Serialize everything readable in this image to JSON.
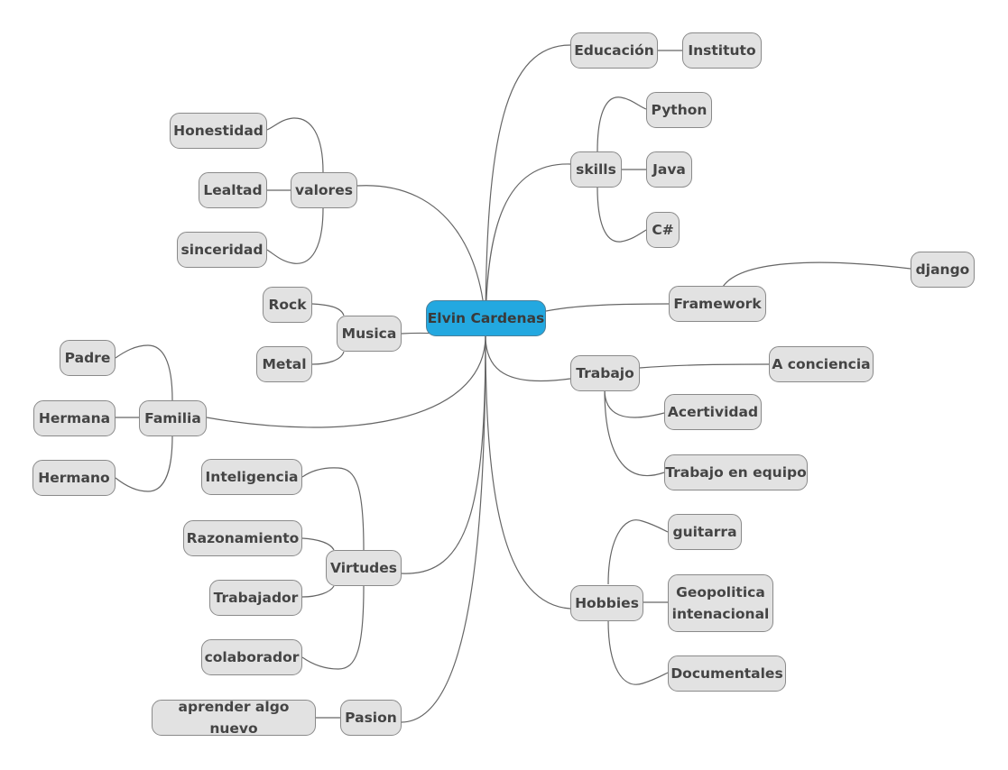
{
  "colors": {
    "root": "#23a8e0",
    "node": "#e2e2e2",
    "border": "#8a8a8a",
    "text": "#444444",
    "edge": "#666666"
  },
  "nodes": {
    "root": "Elvin Cardenas",
    "educacion": "Educación",
    "instituto": "Instituto",
    "skills": "skills",
    "python": "Python",
    "java": "Java",
    "csharp": "C#",
    "framework": "Framework",
    "django": "django",
    "trabajo": "Trabajo",
    "aconciencia": "A conciencia",
    "acertividad": "Acertividad",
    "equipo": "Trabajo en equipo",
    "hobbies": "Hobbies",
    "guitarra": "guitarra",
    "geopolitica": "Geopolitica\nintenacional",
    "documentales": "Documentales",
    "valores": "valores",
    "honestidad": "Honestidad",
    "lealtad": "Lealtad",
    "sinceridad": "sinceridad",
    "musica": "Musica",
    "rock": "Rock",
    "metal": "Metal",
    "familia": "Familia",
    "padre": "Padre",
    "hermana": "Hermana",
    "hermano": "Hermano",
    "virtudes": "Virtudes",
    "inteligencia": "Inteligencia",
    "razonamiento": "Razonamiento",
    "trabajador": "Trabajador",
    "colaborador": "colaborador",
    "pasion": "Pasion",
    "aprender": "aprender algo nuevo"
  }
}
